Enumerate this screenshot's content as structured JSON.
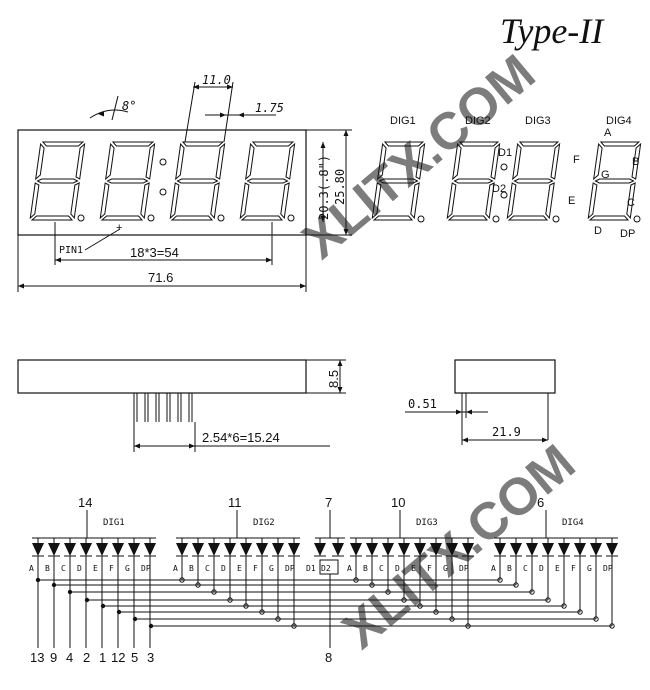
{
  "title": "Type-II",
  "watermark": "XLITX.COM",
  "colors": {
    "ink": "#111111",
    "watermark": "#33e6ff",
    "background": "#ffffff"
  },
  "front_view": {
    "dim_digit_width": "11.0",
    "dim_segment": "1.75",
    "dim_angle": "8°",
    "dim_digit_height": "20.3(.8\")",
    "dim_total_height": "25.80",
    "dim_pitch": "18*3=54",
    "dim_total_width": "71.6",
    "pin1_label": "PIN1"
  },
  "legend_view": {
    "digits": [
      "DIG1",
      "DIG2",
      "DIG3",
      "DIG4"
    ],
    "dp_labels": [
      "D1",
      "D2"
    ],
    "segments": [
      "A",
      "B",
      "C",
      "D",
      "E",
      "F",
      "G",
      "DP"
    ]
  },
  "side_view": {
    "dim_height": "8.5",
    "dim_pin_pitch": "2.54*6=15.24"
  },
  "end_view": {
    "dim_pin": "0.51",
    "dim_depth": "21.9"
  },
  "schematic": {
    "common_pins": [
      "14",
      "11",
      "7",
      "10",
      "6"
    ],
    "group_labels": [
      "DIG1",
      "DIG2",
      "DIG3",
      "DIG4"
    ],
    "colon_labels": [
      "D1",
      "D2"
    ],
    "segment_pins": [
      "13",
      "9",
      "4",
      "2",
      "1",
      "12",
      "5",
      "3"
    ],
    "colon_pin": "8"
  }
}
